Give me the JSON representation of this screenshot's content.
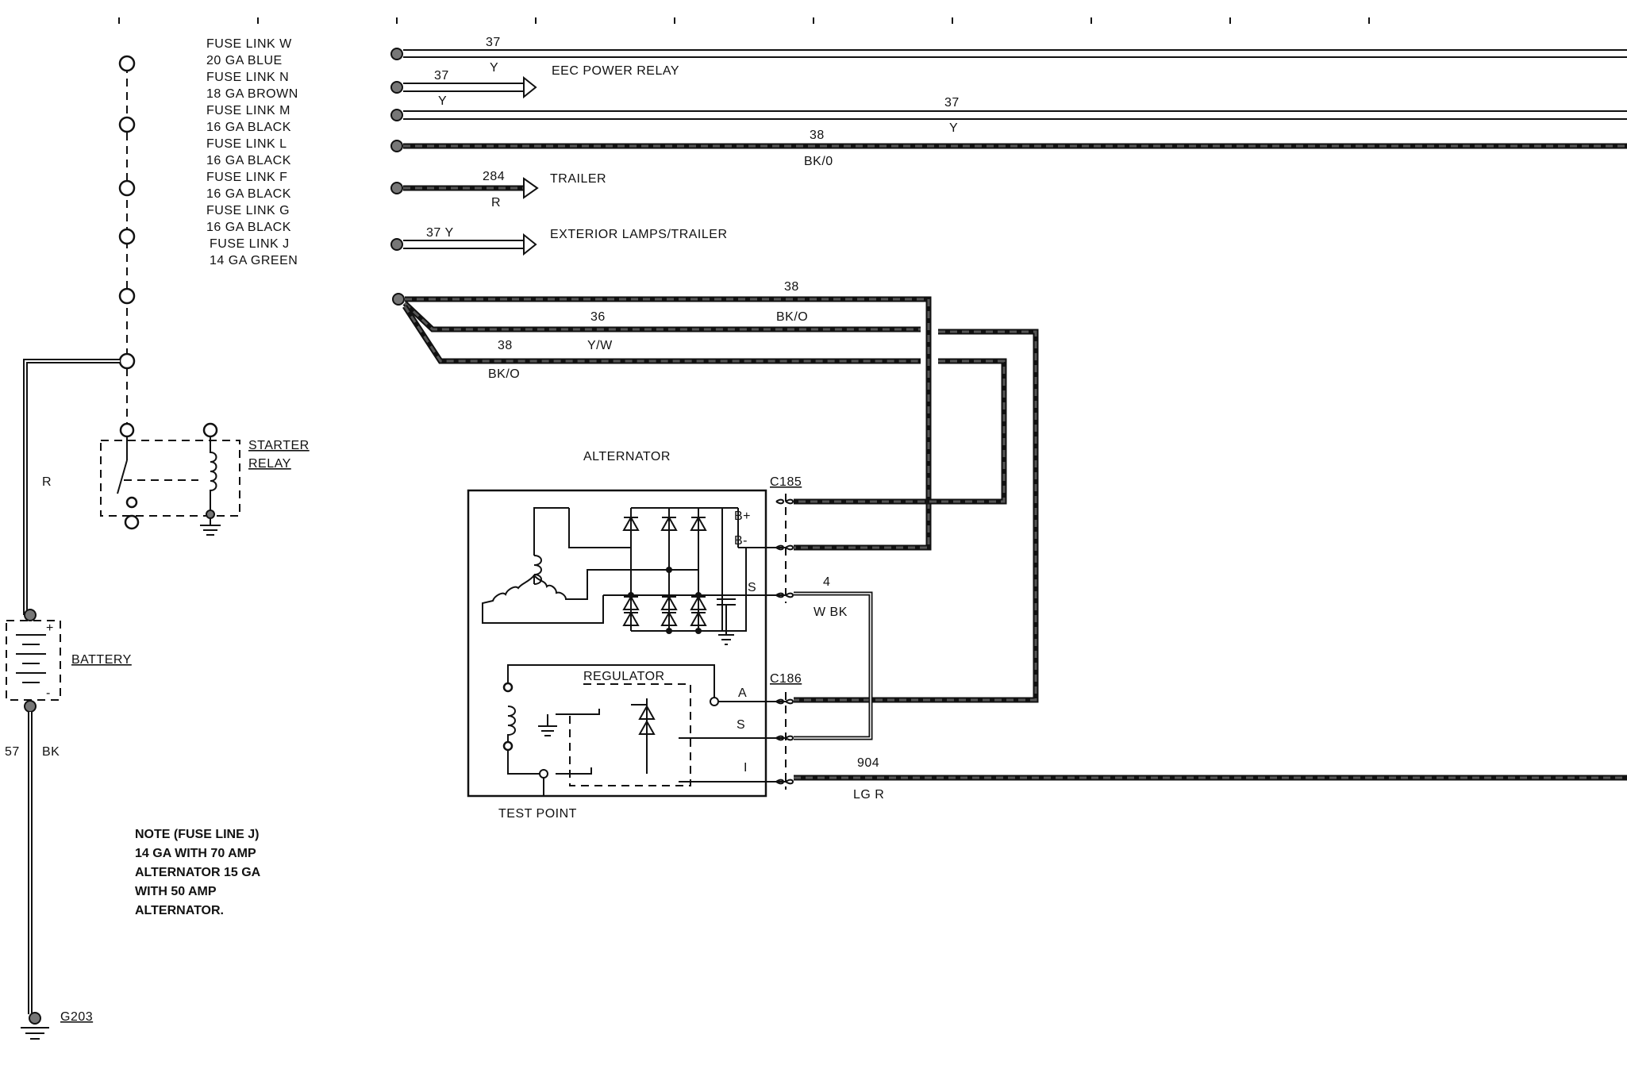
{
  "fuse_links": [
    "FUSE LINK W",
    "20 GA BLUE",
    "FUSE LINK N",
    "18 GA BROWN",
    "FUSE LINK M",
    "16 GA BLACK",
    "FUSE LINK L",
    "16 GA BLACK",
    "FUSE LINK F",
    "16 GA BLACK",
    "FUSE LINK G",
    "16 GA BLACK",
    "FUSE LINK J",
    "14 GA GREEN"
  ],
  "circuits": {
    "eec_top": {
      "num": "37",
      "color": "Y"
    },
    "eec_relay": {
      "num": "37",
      "color": "Y",
      "label": "EEC POWER RELAY"
    },
    "wire_37_long": {
      "num": "37",
      "color": "Y"
    },
    "wire_38_long": {
      "num": "38",
      "color": "BK/0"
    },
    "trailer": {
      "num": "284",
      "color": "R",
      "label": "TRAILER"
    },
    "exterior": {
      "num_color": "37 Y",
      "label": "EXTERIOR LAMPS/TRAILER"
    },
    "bundle_38a": {
      "num": "38",
      "color": "BK/O"
    },
    "bundle_36": {
      "num": "36",
      "color": "Y/W"
    },
    "bundle_38b": {
      "num": "38",
      "color": "BK/O"
    },
    "stator": {
      "num": "4",
      "color": "W BK"
    },
    "ignition": {
      "num": "904",
      "color": "LG R"
    },
    "battery_pos": {
      "color": "R"
    },
    "ground_wire": {
      "num": "57",
      "color": "BK"
    }
  },
  "components": {
    "starter_relay": [
      "STARTER",
      "RELAY"
    ],
    "battery": "BATTERY",
    "battery_pos_sign": "+",
    "battery_neg_sign": "-",
    "alternator": "ALTERNATOR",
    "regulator": "REGULATOR",
    "test_point": "TEST POINT",
    "ground": "G203",
    "connector_c185": "C185",
    "connector_c186": "C186",
    "pin_b_plus": "B+",
    "pin_b_minus": "B-",
    "pin_s": "S",
    "pin_a": "A",
    "pin_s2": "S",
    "pin_i": "I"
  },
  "note": [
    "NOTE (FUSE LINE J)",
    "14 GA WITH 70 AMP",
    "ALTERNATOR 15 GA",
    "WITH 50 AMP",
    "ALTERNATOR."
  ]
}
